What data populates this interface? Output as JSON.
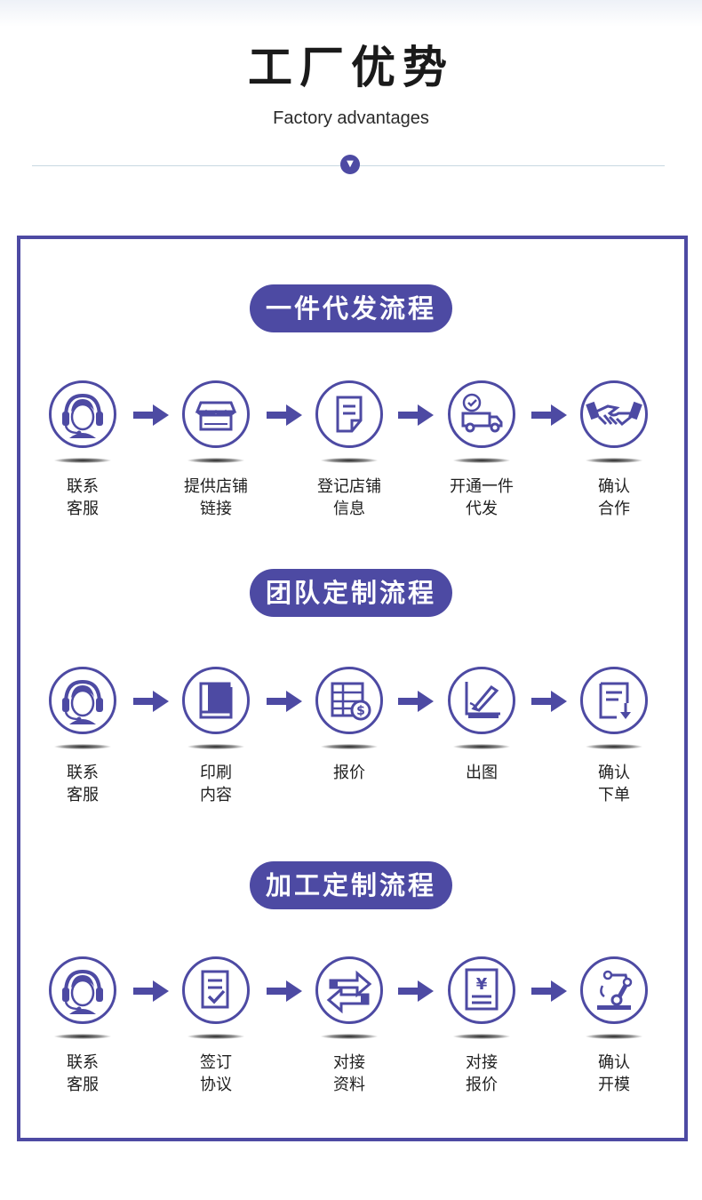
{
  "header": {
    "title": "工厂优势",
    "subtitle": "Factory advantages",
    "divider_icon": "chevron-down-icon"
  },
  "colors": {
    "accent": "#4d4aa3"
  },
  "sections": [
    {
      "title": "一件代发流程",
      "steps": [
        {
          "icon": "customer-service-icon",
          "line1": "联系",
          "line2": "客服"
        },
        {
          "icon": "storefront-icon",
          "line1": "提供店铺",
          "line2": "链接"
        },
        {
          "icon": "document-icon",
          "line1": "登记店铺",
          "line2": "信息"
        },
        {
          "icon": "delivery-truck-icon",
          "line1": "开通一件",
          "line2": "代发"
        },
        {
          "icon": "handshake-icon",
          "line1": "确认",
          "line2": "合作"
        }
      ]
    },
    {
      "title": "团队定制流程",
      "steps": [
        {
          "icon": "customer-service-icon",
          "line1": "联系",
          "line2": "客服"
        },
        {
          "icon": "book-icon",
          "line1": "印刷",
          "line2": "内容"
        },
        {
          "icon": "price-sheet-icon",
          "line1": "报价",
          "line2": ""
        },
        {
          "icon": "drawing-icon",
          "line1": "出图",
          "line2": ""
        },
        {
          "icon": "confirm-order-icon",
          "line1": "确认",
          "line2": "下单"
        }
      ]
    },
    {
      "title": "加工定制流程",
      "steps": [
        {
          "icon": "customer-service-icon",
          "line1": "联系",
          "line2": "客服"
        },
        {
          "icon": "sign-agreement-icon",
          "line1": "签订",
          "line2": "协议"
        },
        {
          "icon": "exchange-icon",
          "line1": "对接",
          "line2": "资料"
        },
        {
          "icon": "yuan-invoice-icon",
          "line1": "对接",
          "line2": "报价"
        },
        {
          "icon": "robot-arm-icon",
          "line1": "确认",
          "line2": "开模"
        }
      ]
    }
  ]
}
